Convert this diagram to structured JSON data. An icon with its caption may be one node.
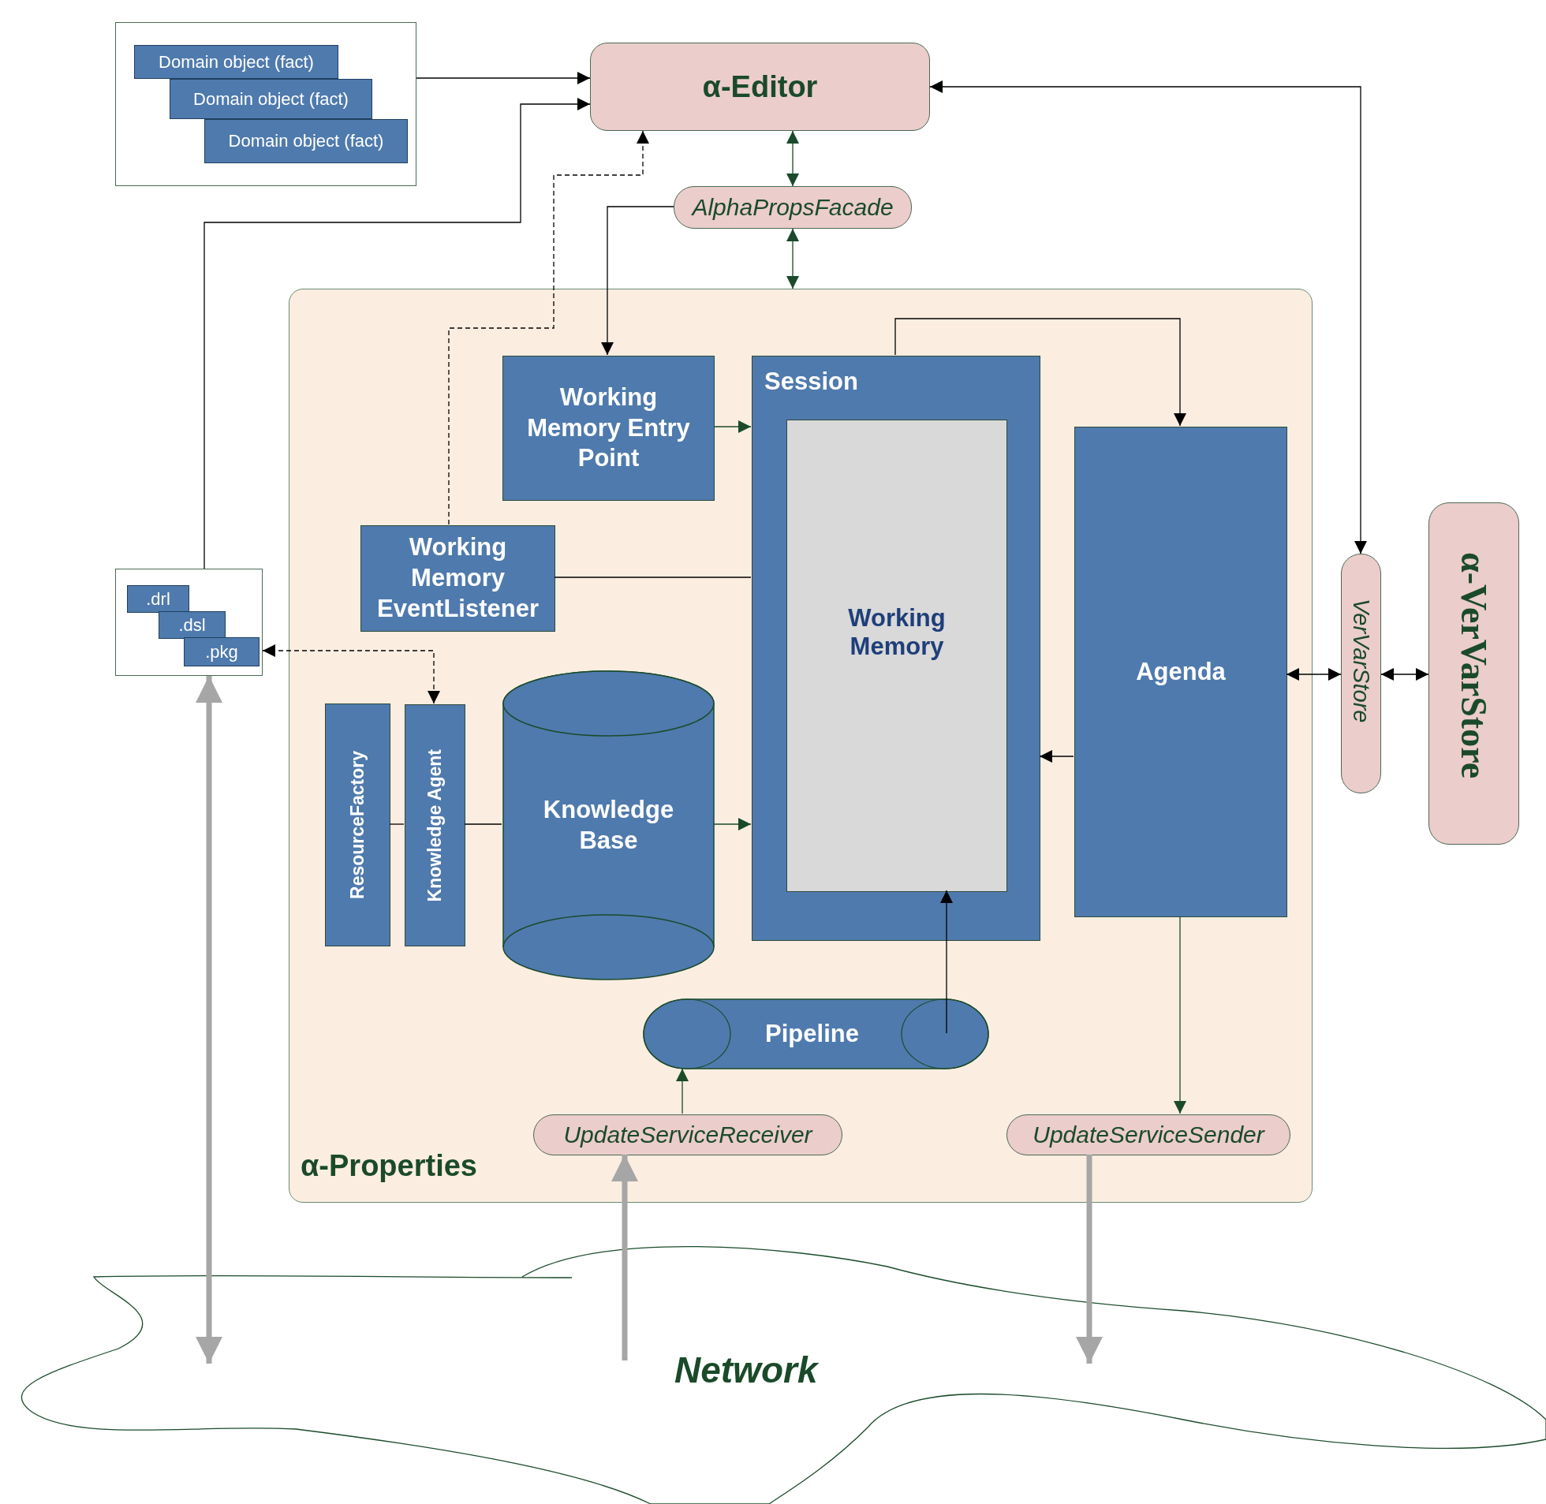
{
  "diagram": {
    "nodes": [
      {
        "text": [],
        "shape": "box"
      },
      {
        "text": [
          "Domain object (fact)"
        ],
        "in": 0
      },
      {
        "text": [
          "Domain object (fact)"
        ],
        "in": 0
      },
      {
        "text": [
          "Domain object (fact)"
        ],
        "in": 0
      },
      {
        "text": [
          "α-Editor"
        ]
      },
      {
        "text": [
          "AlphaPropsFacade"
        ]
      },
      {
        "text": [
          "α-Properties"
        ]
      },
      {
        "text": [
          "Working Memory Entry Point"
        ],
        "in": 6
      },
      {
        "text": [
          "Session"
        ],
        "in": 6
      },
      {
        "text": [
          "Working Memory"
        ],
        "in": 8
      },
      {
        "text": [
          "Agenda"
        ],
        "in": 6
      },
      {
        "text": [
          "Working Memory EventListener"
        ],
        "in": 6
      },
      {
        "text": [],
        "shape": "box"
      },
      {
        "text": [
          ".drl"
        ],
        "in": 12
      },
      {
        "text": [
          ".dsl"
        ],
        "in": 12
      },
      {
        "text": [
          ".pkg"
        ],
        "in": 12
      },
      {
        "text": [
          "ResourceFactory"
        ],
        "in": 6
      },
      {
        "text": [
          "Knowledge Agent"
        ],
        "in": 6
      },
      {
        "text": [
          "Knowledge Base"
        ],
        "in": 6
      },
      {
        "text": [
          "Pipeline"
        ],
        "in": 6
      },
      {
        "text": [
          "UpdateServiceReceiver"
        ],
        "in": 6
      },
      {
        "text": [
          "UpdateServiceSender"
        ],
        "in": 6
      },
      {
        "text": [
          "VerVarStore"
        ]
      },
      {
        "text": [
          "α-VerVarStore"
        ]
      },
      {
        "text": [
          "Network"
        ]
      }
    ],
    "edges": [
      {
        "from": 0,
        "to": 4,
        "arrow": "to"
      },
      {
        "from": 12,
        "to": 4,
        "arrow": "to"
      },
      {
        "from": 11,
        "to": 4,
        "arrow": "to",
        "style": "dashed"
      },
      {
        "from": 4,
        "to": 5,
        "arrow": "both",
        "color": "#1a4a2a"
      },
      {
        "from": 5,
        "to": 6,
        "arrow": "both",
        "color": "#1a4a2a"
      },
      {
        "from": 5,
        "to": 7,
        "arrow": "to"
      },
      {
        "from": 7,
        "to": 8,
        "arrow": "to",
        "color": "#1a4a2a"
      },
      {
        "from": 11,
        "to": 8,
        "arrow": "none"
      },
      {
        "from": 8,
        "to": 10,
        "arrow": "to"
      },
      {
        "from": 22,
        "to": 4,
        "arrow": "both"
      },
      {
        "from": 10,
        "to": 22,
        "arrow": "both"
      },
      {
        "from": 22,
        "to": 23,
        "arrow": "both"
      },
      {
        "from": 10,
        "to": 8,
        "arrow": "to"
      },
      {
        "from": 12,
        "to": 17,
        "arrow": "both",
        "style": "dashed"
      },
      {
        "from": 16,
        "to": 17,
        "arrow": "none"
      },
      {
        "from": 17,
        "to": 18,
        "arrow": "none"
      },
      {
        "from": 18,
        "to": 8,
        "arrow": "to",
        "color": "#1a4a2a"
      },
      {
        "from": 19,
        "to": 9,
        "arrow": "to"
      },
      {
        "from": 20,
        "to": 19,
        "arrow": "to",
        "color": "#1a4a2a"
      },
      {
        "from": 10,
        "to": 21,
        "arrow": "to",
        "color": "#1a4a2a"
      },
      {
        "from": 12,
        "to": 24,
        "arrow": "both",
        "style": "thick",
        "color": "#a6a6a6"
      },
      {
        "from": 24,
        "to": 20,
        "arrow": "to",
        "style": "thick",
        "color": "#a6a6a6"
      },
      {
        "from": 21,
        "to": 24,
        "arrow": "to",
        "style": "thick",
        "color": "#a6a6a6"
      }
    ]
  }
}
